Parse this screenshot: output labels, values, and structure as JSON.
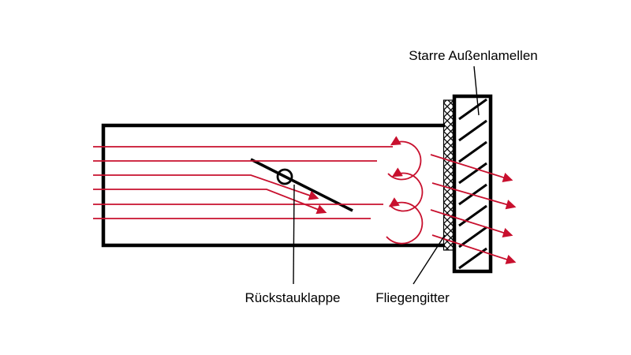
{
  "diagram": {
    "labels": {
      "louvers": "Starre Außenlamellen",
      "flap": "Rückstauklappe",
      "screen": "Fliegengitter"
    },
    "colors": {
      "flow": "#c8102e",
      "structure": "#000000",
      "background": "#ffffff"
    }
  }
}
